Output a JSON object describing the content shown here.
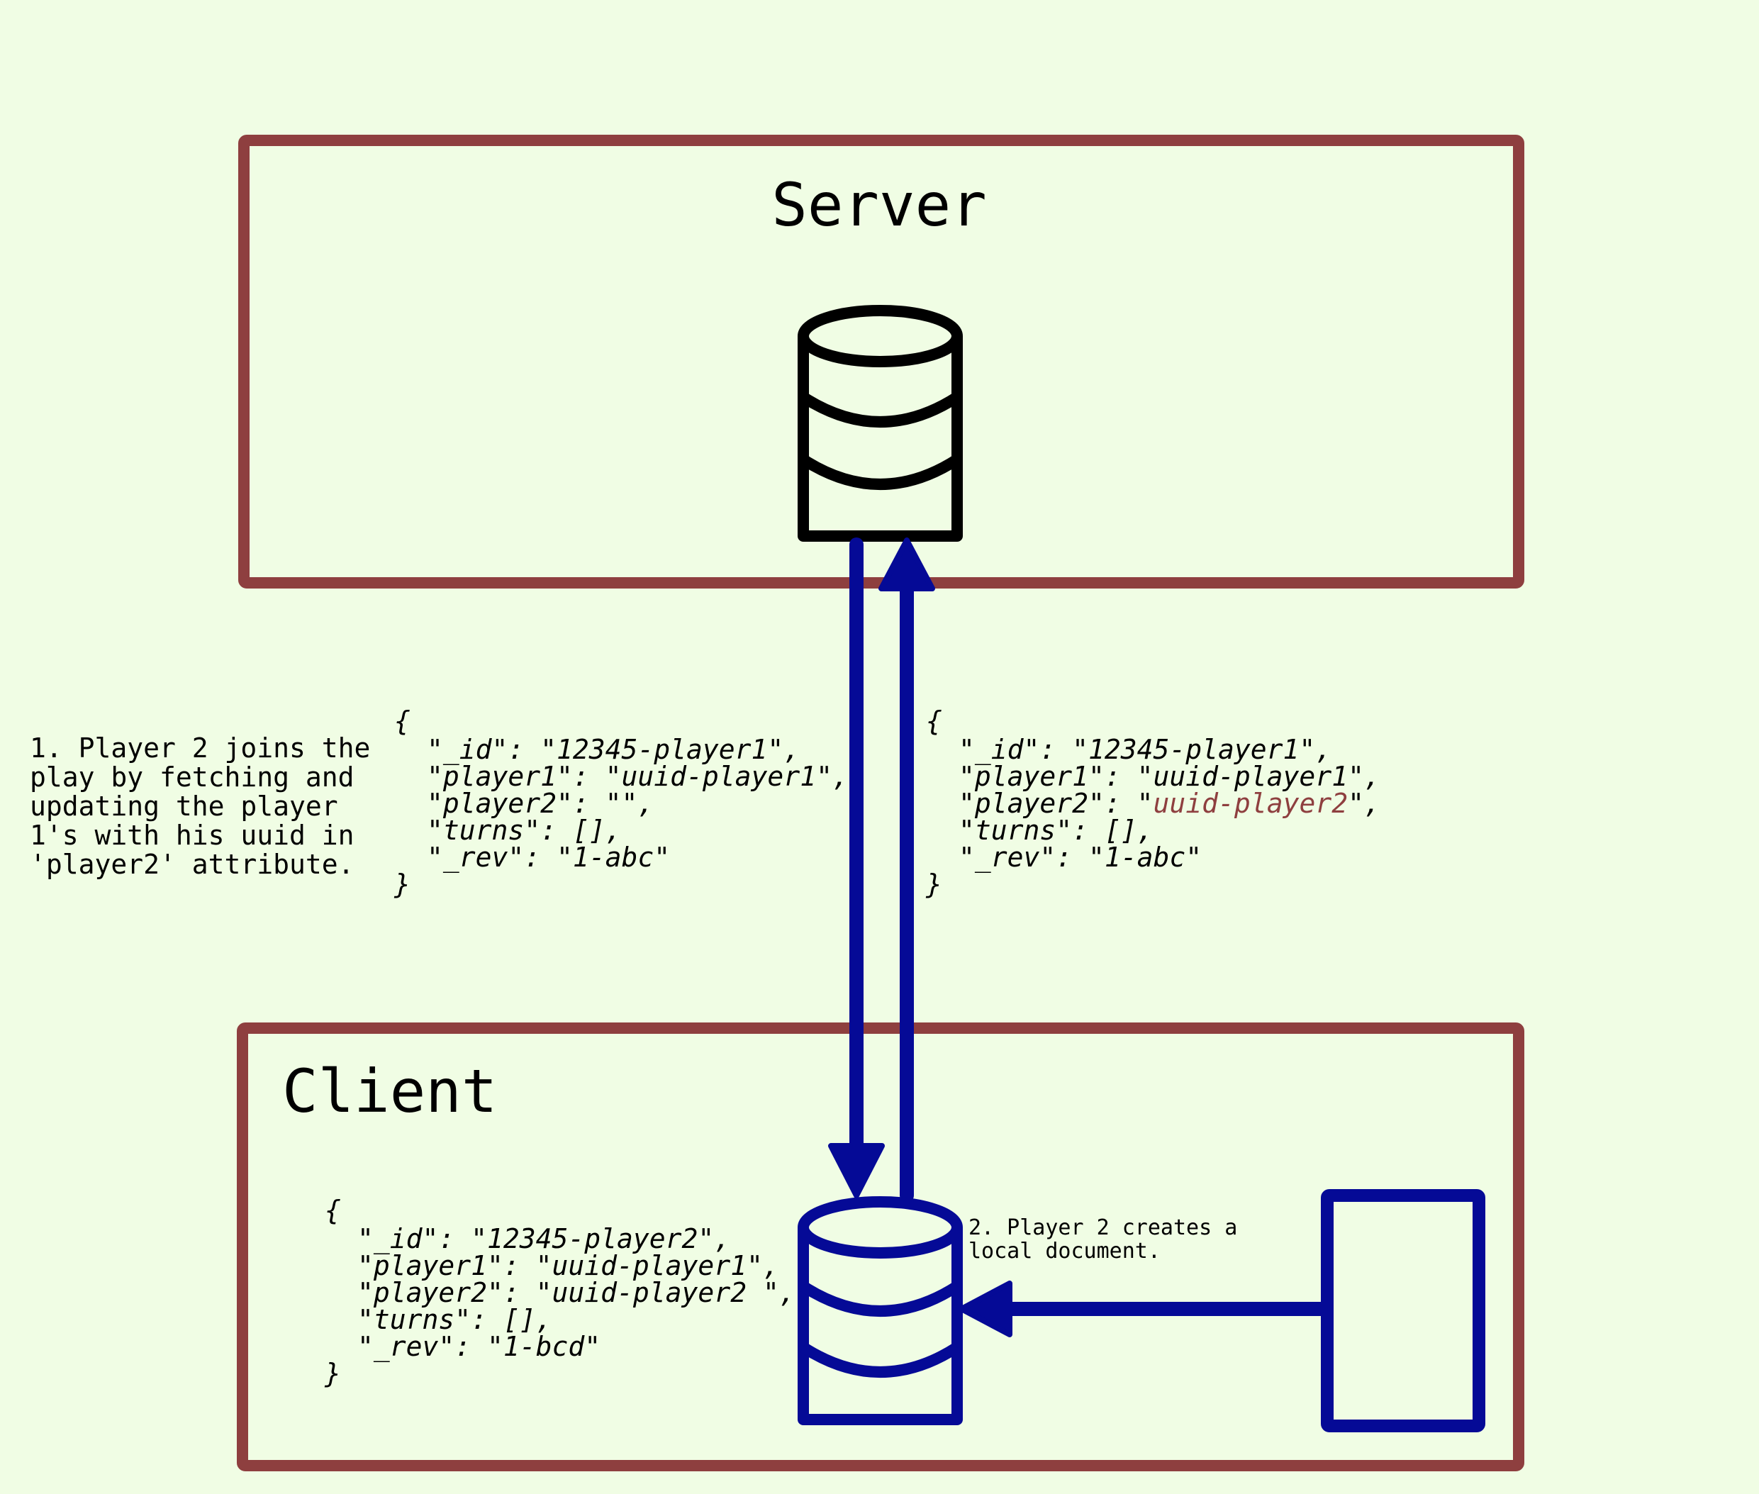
{
  "colors": {
    "background": "#f0fde4",
    "box_border": "#8e3f3f",
    "server_db": "#000000",
    "flow": "#050a96",
    "highlight": "#8e3f3f"
  },
  "server": {
    "title": "Server",
    "icon": "database-icon"
  },
  "client": {
    "title": "Client",
    "icon": "database-icon",
    "document_icon": "document-icon"
  },
  "notes": {
    "step1": [
      "1. Player 2 joins the",
      "play by fetching and",
      "updating the player",
      "1's with his uuid in",
      "'player2' attribute."
    ],
    "step2": [
      "2. Player 2 creates a",
      "local document."
    ]
  },
  "json_fetched": {
    "open": "{",
    "lines": [
      "\"_id\": \"12345-player1\",",
      "\"player1\": \"uuid-player1\",",
      "\"player2\": \"\",",
      "\"turns\": [],",
      "\"_rev\": \"1-abc\""
    ],
    "close": "}"
  },
  "json_updated": {
    "open": "{",
    "line1": "\"_id\": \"12345-player1\",",
    "line2": "\"player1\": \"uuid-player1\",",
    "line3_pre": "\"player2\": \"",
    "line3_value": "uuid-player2",
    "line3_post": "\",",
    "line4": "\"turns\": [],",
    "line5": "\"_rev\": \"1-abc\"",
    "close": "}"
  },
  "json_local": {
    "open": "{",
    "lines": [
      "\"_id\": \"12345-player2\",",
      "\"player1\": \"uuid-player1\",",
      "\"player2\": \"uuid-player2 \",",
      "\"turns\": [],",
      "\"_rev\": \"1-bcd\""
    ],
    "close": "}"
  }
}
